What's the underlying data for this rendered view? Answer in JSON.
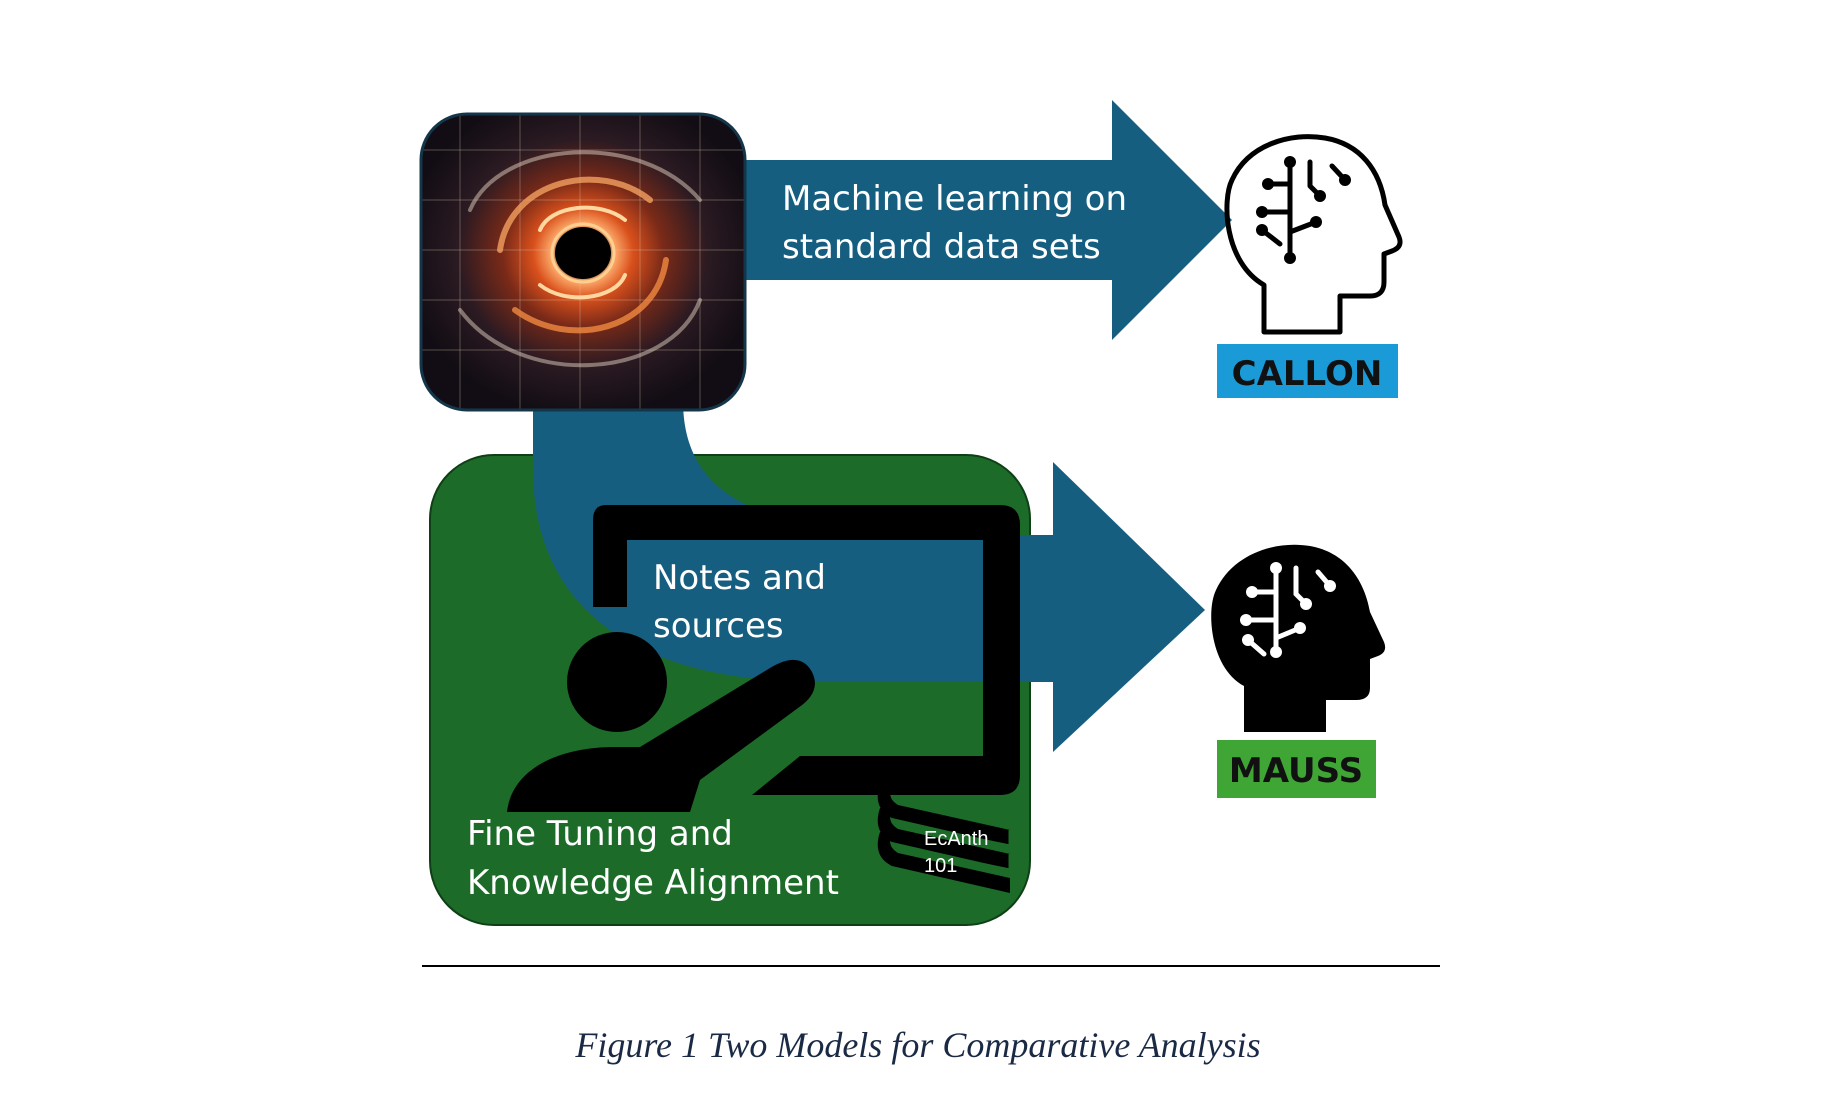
{
  "diagram": {
    "top_arrow_label": [
      "Machine learning on",
      "standard data sets"
    ],
    "notes_label": [
      "Notes and",
      "sources"
    ],
    "fine_tuning_label": [
      "Fine Tuning and",
      "Knowledge Alignment"
    ],
    "book_label": [
      "EcAnth",
      "101"
    ],
    "model_top": {
      "name": "CALLON",
      "badge_color": "#1a9bd7",
      "icon": "brain-circuit-head-outline-icon"
    },
    "model_bottom": {
      "name": "MAUSS",
      "badge_color": "#3fa535",
      "icon": "brain-circuit-head-filled-icon"
    },
    "colors": {
      "arrow": "#165e80",
      "green_panel": "#1c6b28"
    },
    "image_icon": "black-hole-galaxy-image",
    "teacher_icon": "teacher-at-board-icon",
    "books_icon": "stacked-books-icon"
  },
  "caption": "Figure 1 Two Models for Comparative Analysis"
}
